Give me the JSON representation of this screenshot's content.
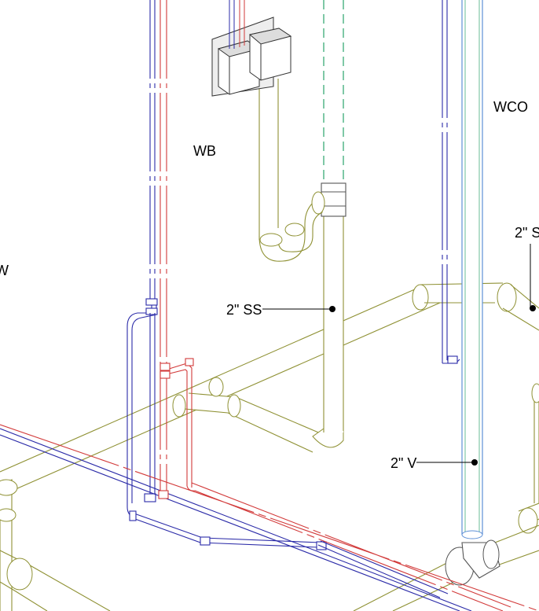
{
  "labels": {
    "wb": "WB",
    "wco": "WCO",
    "w_partial": "W",
    "ss_partial": "2\" S",
    "ss_main": "2\" SS",
    "vent_main": "2\" V"
  },
  "colors": {
    "sanitary": "#8f9134",
    "cold_water": "#2b2ba8",
    "hot_water": "#d23a3a",
    "vent": "#2aa36b",
    "vent_blue": "#5d8fd6",
    "leader": "#000000",
    "fixture": "#333333",
    "fixture_fill": "#eeeeee"
  }
}
